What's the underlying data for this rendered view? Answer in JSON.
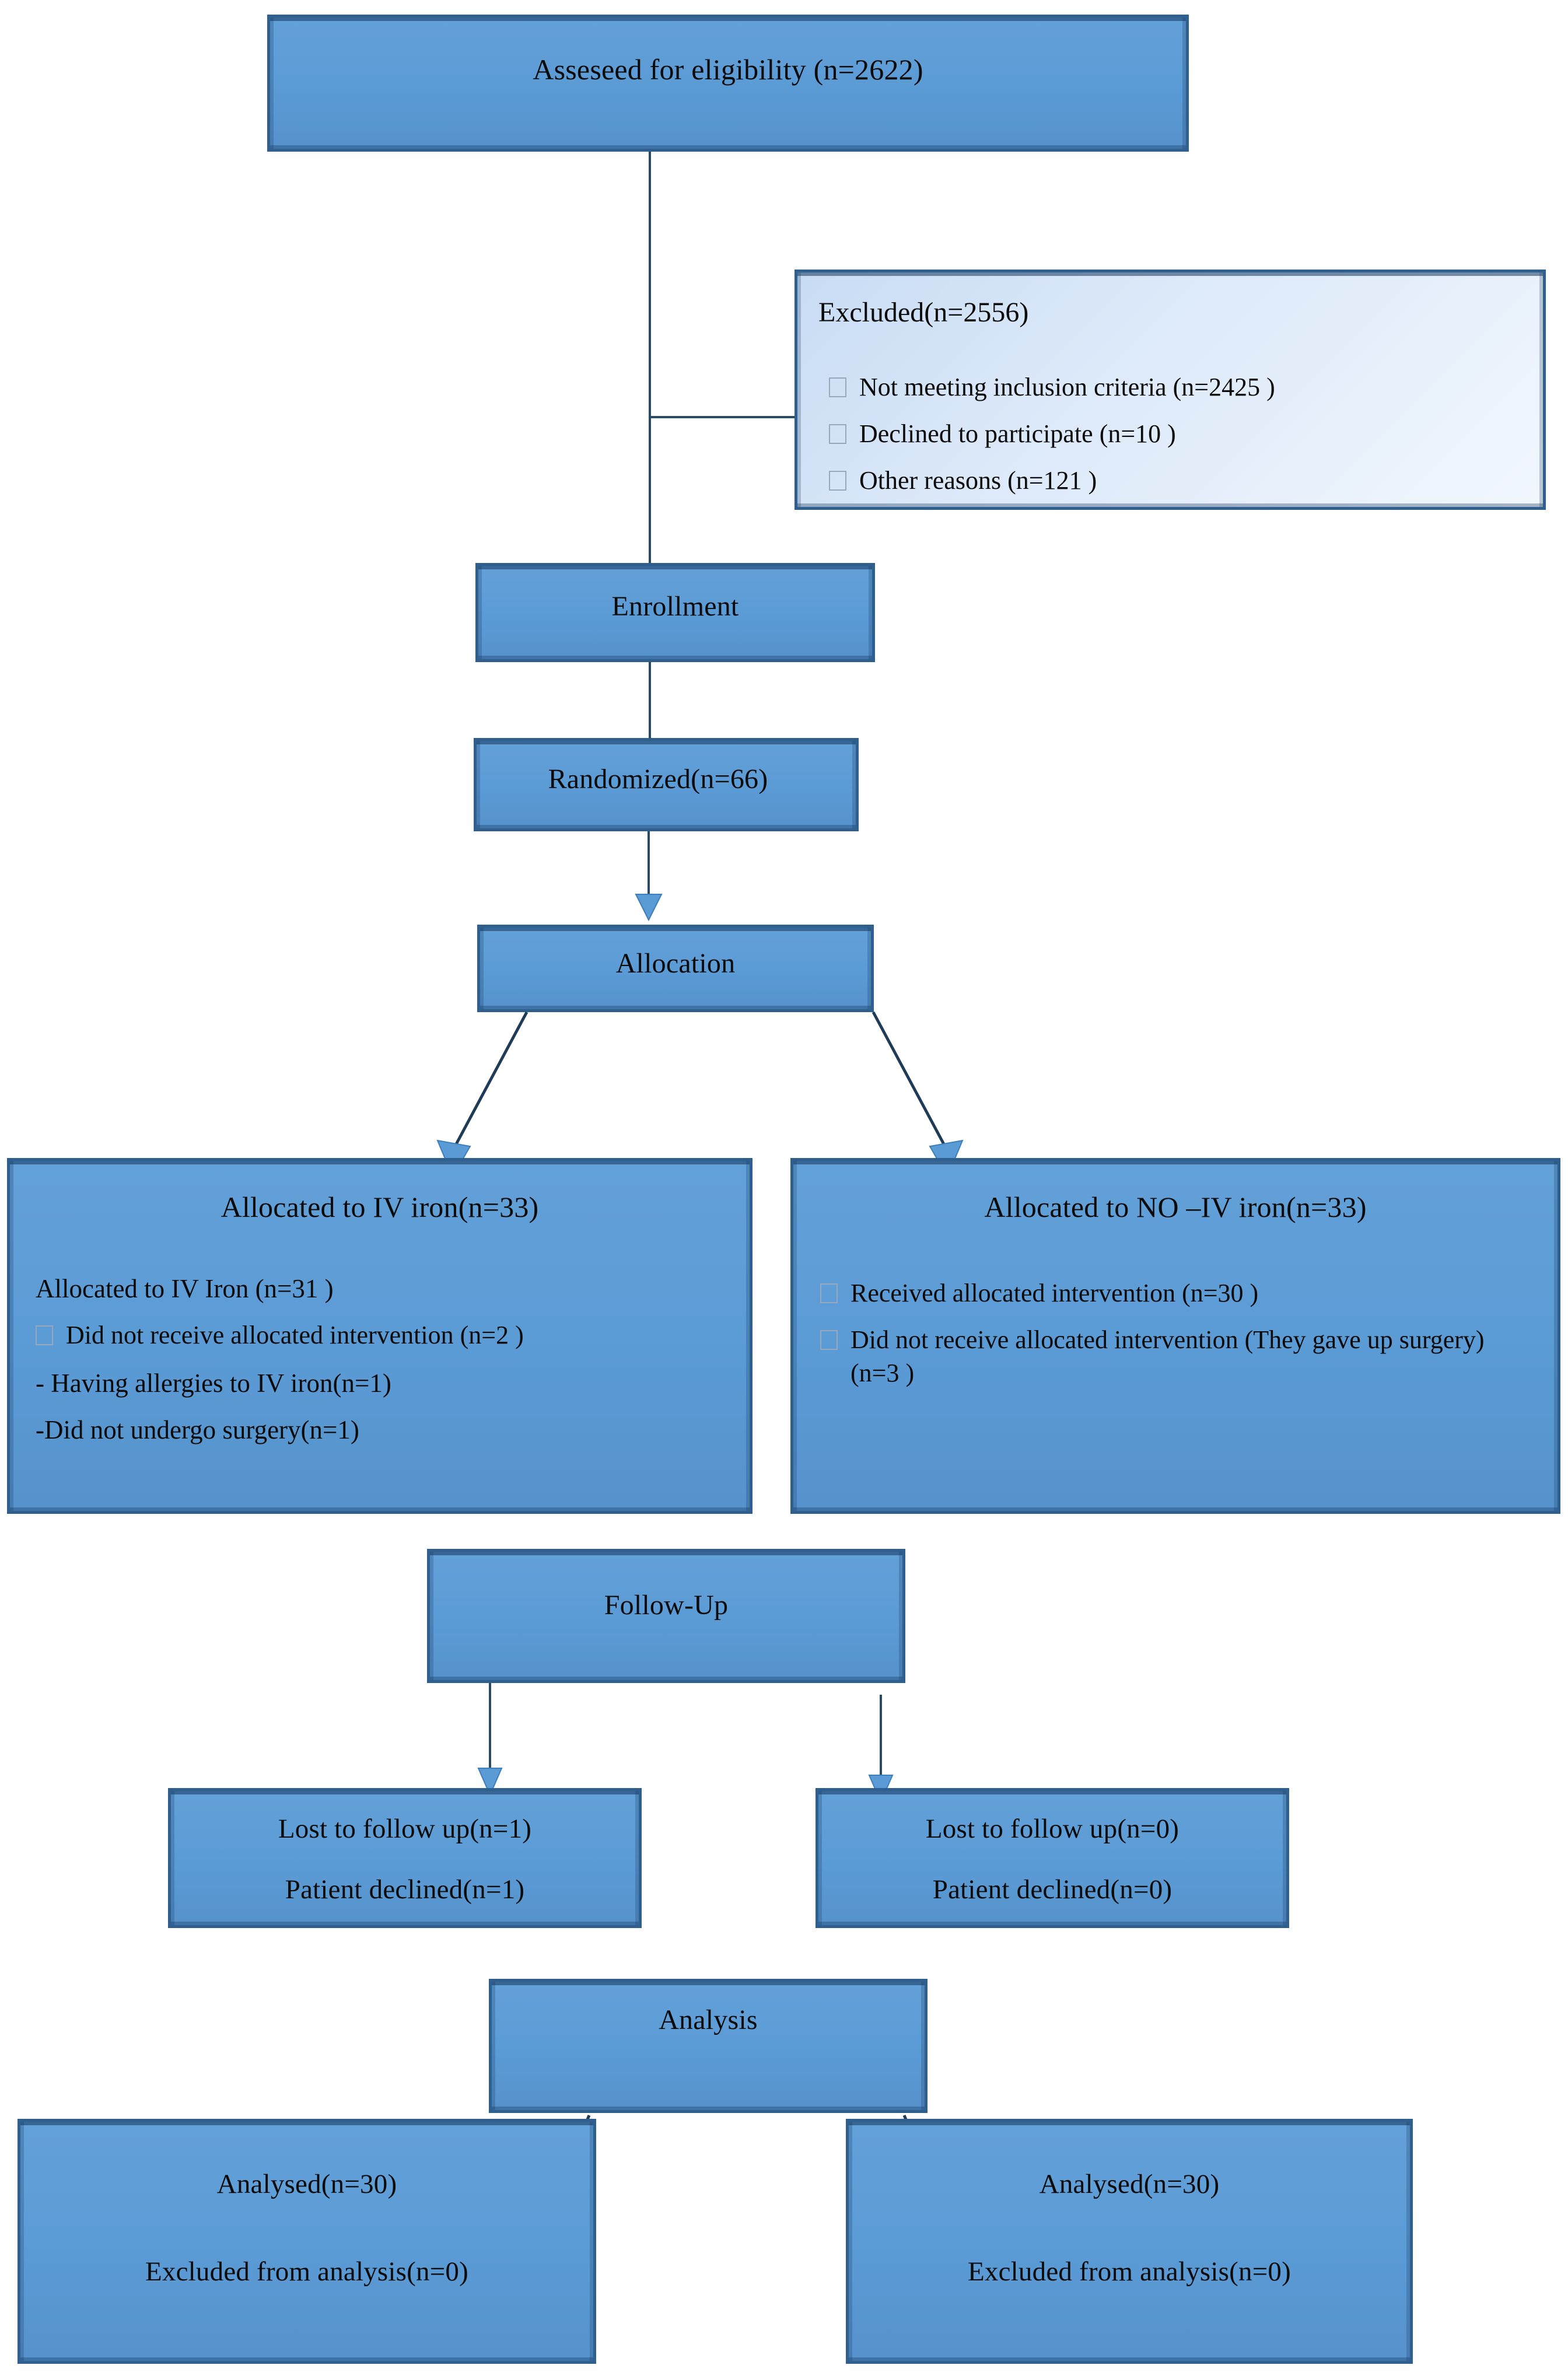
{
  "diagram": {
    "type": "consort-flow-diagram",
    "colors": {
      "box_fill": "#5B9BD5",
      "box_border": "#2E5F8F",
      "excluded_fill": "#DCE9F9",
      "connector": "#2B4A66",
      "arrowhead": "#5B9BD5",
      "text": "#0B0B0B"
    },
    "nodes": {
      "eligibility": {
        "title": "Asseseed  for eligibility (n=2622)"
      },
      "excluded": {
        "title": "Excluded(n=2556)",
        "items": [
          "Not meeting inclusion criteria (n=2425  )",
          "Declined to participate (n=10  )",
          "Other reasons (n=121  )"
        ]
      },
      "enrollment": {
        "title": "Enrollment"
      },
      "randomized": {
        "title": "Randomized(n=66)"
      },
      "allocation": {
        "title": "Allocation"
      },
      "alloc_left": {
        "title": "Allocated to IV iron(n=33)",
        "lines": [
          "Allocated to IV Iron (n=31 )"
        ],
        "bullets": [
          "Did not receive allocated intervention (n=2  )"
        ],
        "dashes": [
          "- Having allergies to IV iron(n=1)",
          "-Did not undergo surgery(n=1)"
        ]
      },
      "alloc_right": {
        "title": "Allocated to NO –IV iron(n=33)",
        "bullets": [
          "Received allocated intervention (n=30  )",
          "Did not receive allocated intervention (They gave up surgery) (n=3  )"
        ]
      },
      "followup": {
        "title": "Follow-Up"
      },
      "followup_left": {
        "line1": "Lost to follow up(n=1)",
        "line2": "Patient declined(n=1)"
      },
      "followup_right": {
        "line1": "Lost to follow up(n=0)",
        "line2": "Patient declined(n=0)"
      },
      "analysis": {
        "title": "Analysis"
      },
      "analysis_left": {
        "line1": "Analysed(n=30)",
        "line2": "Excluded from analysis(n=0)"
      },
      "analysis_right": {
        "line1": "Analysed(n=30)",
        "line2": "Excluded from analysis(n=0)"
      }
    }
  }
}
